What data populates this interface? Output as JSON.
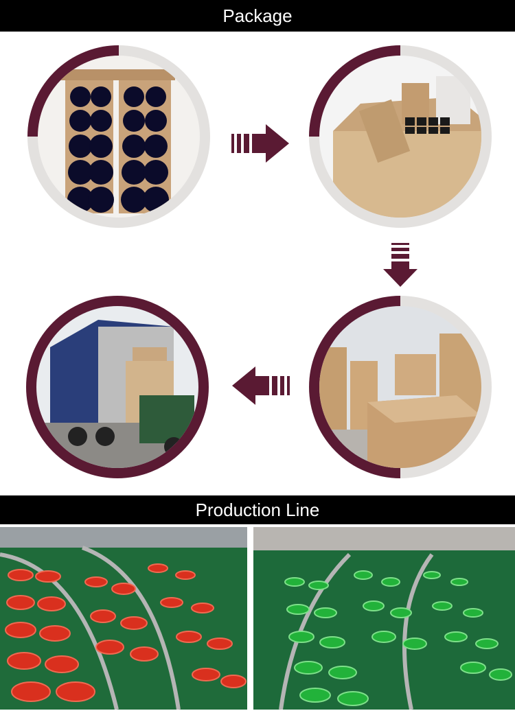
{
  "sections": {
    "package_title": "Package",
    "production_title": "Production Line"
  },
  "colors": {
    "banner_bg": "#000000",
    "accent_maroon": "#5a1a33",
    "ring_grey": "#e3e1df",
    "conveyor_green": "#1f6b3a"
  },
  "steps": [
    {
      "id": "boxed-products",
      "icon": "product-box-photo"
    },
    {
      "id": "carton-dividers",
      "icon": "carton-photo"
    },
    {
      "id": "warehouse-stacking",
      "icon": "warehouse-photo"
    },
    {
      "id": "truck-loading",
      "icon": "truck-photo"
    }
  ],
  "arrows": [
    {
      "direction": "right",
      "icon": "arrow-right-icon"
    },
    {
      "direction": "down",
      "icon": "arrow-down-icon"
    },
    {
      "direction": "left",
      "icon": "arrow-left-icon"
    }
  ],
  "production_photos": [
    {
      "id": "red-jars-conveyor",
      "icon": "red-jars-photo"
    },
    {
      "id": "green-jars-conveyor",
      "icon": "green-jars-photo"
    }
  ]
}
